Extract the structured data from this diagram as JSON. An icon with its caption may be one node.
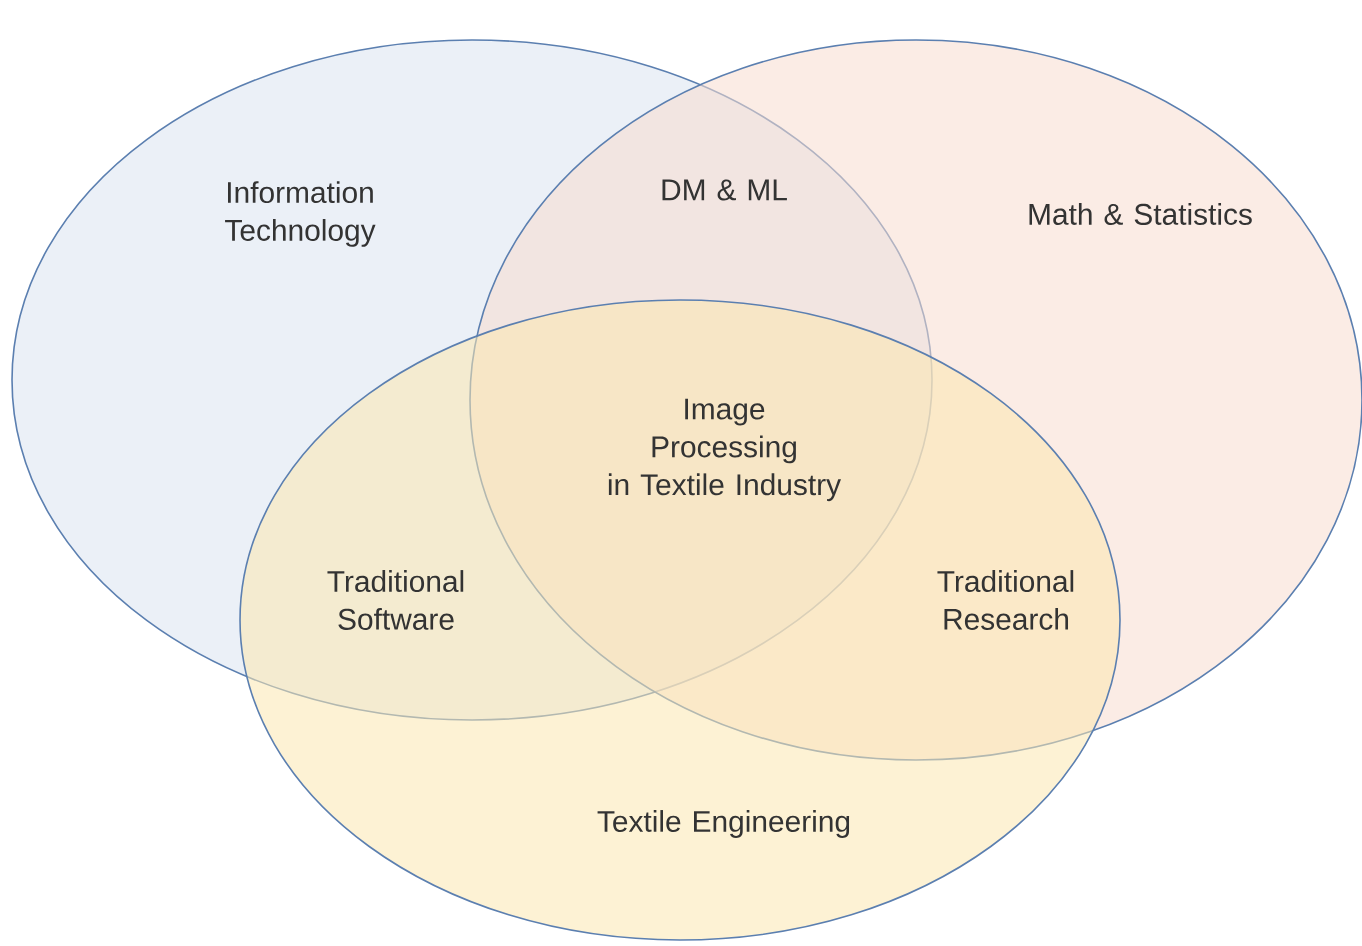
{
  "diagram": {
    "nodes": [
      {
        "text": [
          "Information Technology"
        ]
      },
      {
        "text": [
          "Math & Statistics"
        ]
      },
      {
        "text": [
          "Textile Engineering"
        ]
      }
    ],
    "edges": [],
    "labels": [
      "DM & ML",
      "Image Processing in Textile Industry",
      "Traditional Software",
      "Traditional Research"
    ]
  }
}
